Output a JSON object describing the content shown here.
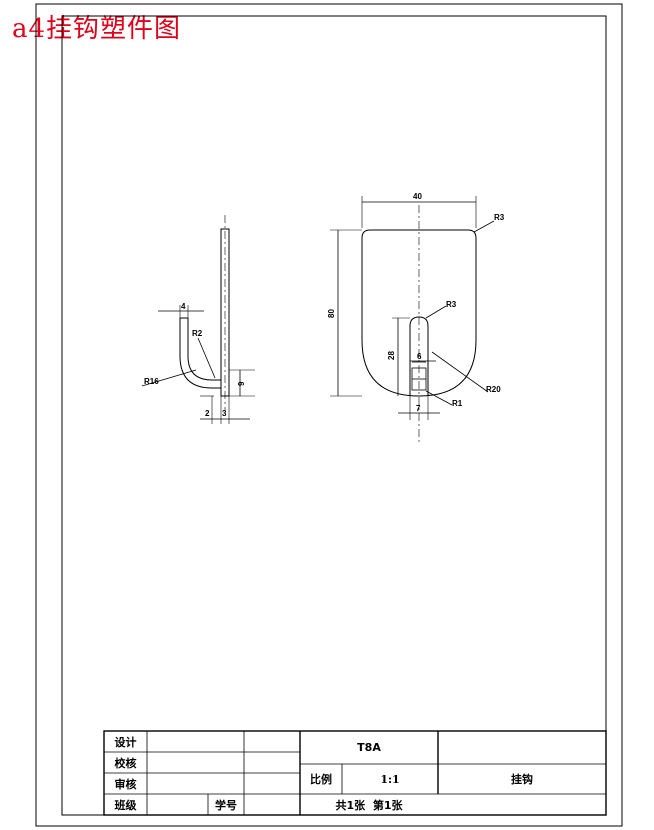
{
  "header": {
    "title": "a4挂钩塑件图"
  },
  "side_view": {
    "dims": {
      "width": "4",
      "radius_small": "R2",
      "radius_large": "R16",
      "height": "9",
      "offset": "2",
      "thickness": "3"
    }
  },
  "front_view": {
    "dims": {
      "width": "40",
      "height": "80",
      "corner_radius": "R3",
      "slot_radius": "R3",
      "slot_depth": "28",
      "slot_width": "6",
      "bottom_radius": "R20",
      "fillet": "R1",
      "tab_width": "7"
    }
  },
  "title_block": {
    "rows": [
      {
        "label": "设计"
      },
      {
        "label": "校核"
      },
      {
        "label": "审核"
      },
      {
        "label": "班级",
        "extra_label": "学号"
      }
    ],
    "material": "T8A",
    "scale_label": "比例",
    "scale_value": "1:1",
    "part_name": "挂钩",
    "sheets": "共1张  第1张"
  }
}
